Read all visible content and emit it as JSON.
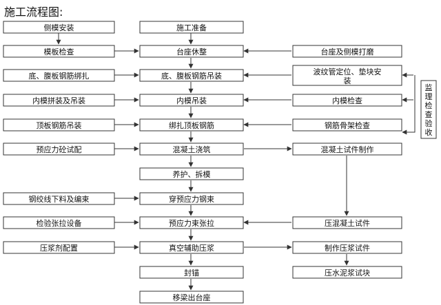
{
  "title": "施工流程图:",
  "nodes": {
    "l1": "侧模安装",
    "l2": "模板检查",
    "l3": "底、腹板钢筋绑扎",
    "l4": "内模拼装及吊装",
    "l5": "顶板钢筋吊装",
    "l6": "预应力砼试配",
    "l8": "钢绞线下料及编束",
    "l9": "检验张拉设备",
    "l10": "压浆剂配置",
    "m1": "施工准备",
    "m2": "台座休整",
    "m3": "底、腹板钢筋吊装",
    "m4": "内模吊装",
    "m5": "绑扎顶板钢筋",
    "m6": "混凝土浇筑",
    "m7": "养护、拆模",
    "m8": "穿预应力钢束",
    "m9": "预应力束张拉",
    "m10": "真空辅助压浆",
    "m11": "封锚",
    "m12": "移梁出台座",
    "r2": "台座及侧模打磨",
    "r3a": "波纹管定位、垫块安",
    "r3b": "装",
    "r4": "内模检查",
    "r5": "钢筋骨架检查",
    "r6": "混凝土试件制作",
    "r9": "压混凝土试件",
    "r10": "制作压浆试件",
    "r11": "压水泥浆试块",
    "sup": [
      "监",
      "理",
      "检",
      "查",
      "验",
      "收"
    ]
  }
}
